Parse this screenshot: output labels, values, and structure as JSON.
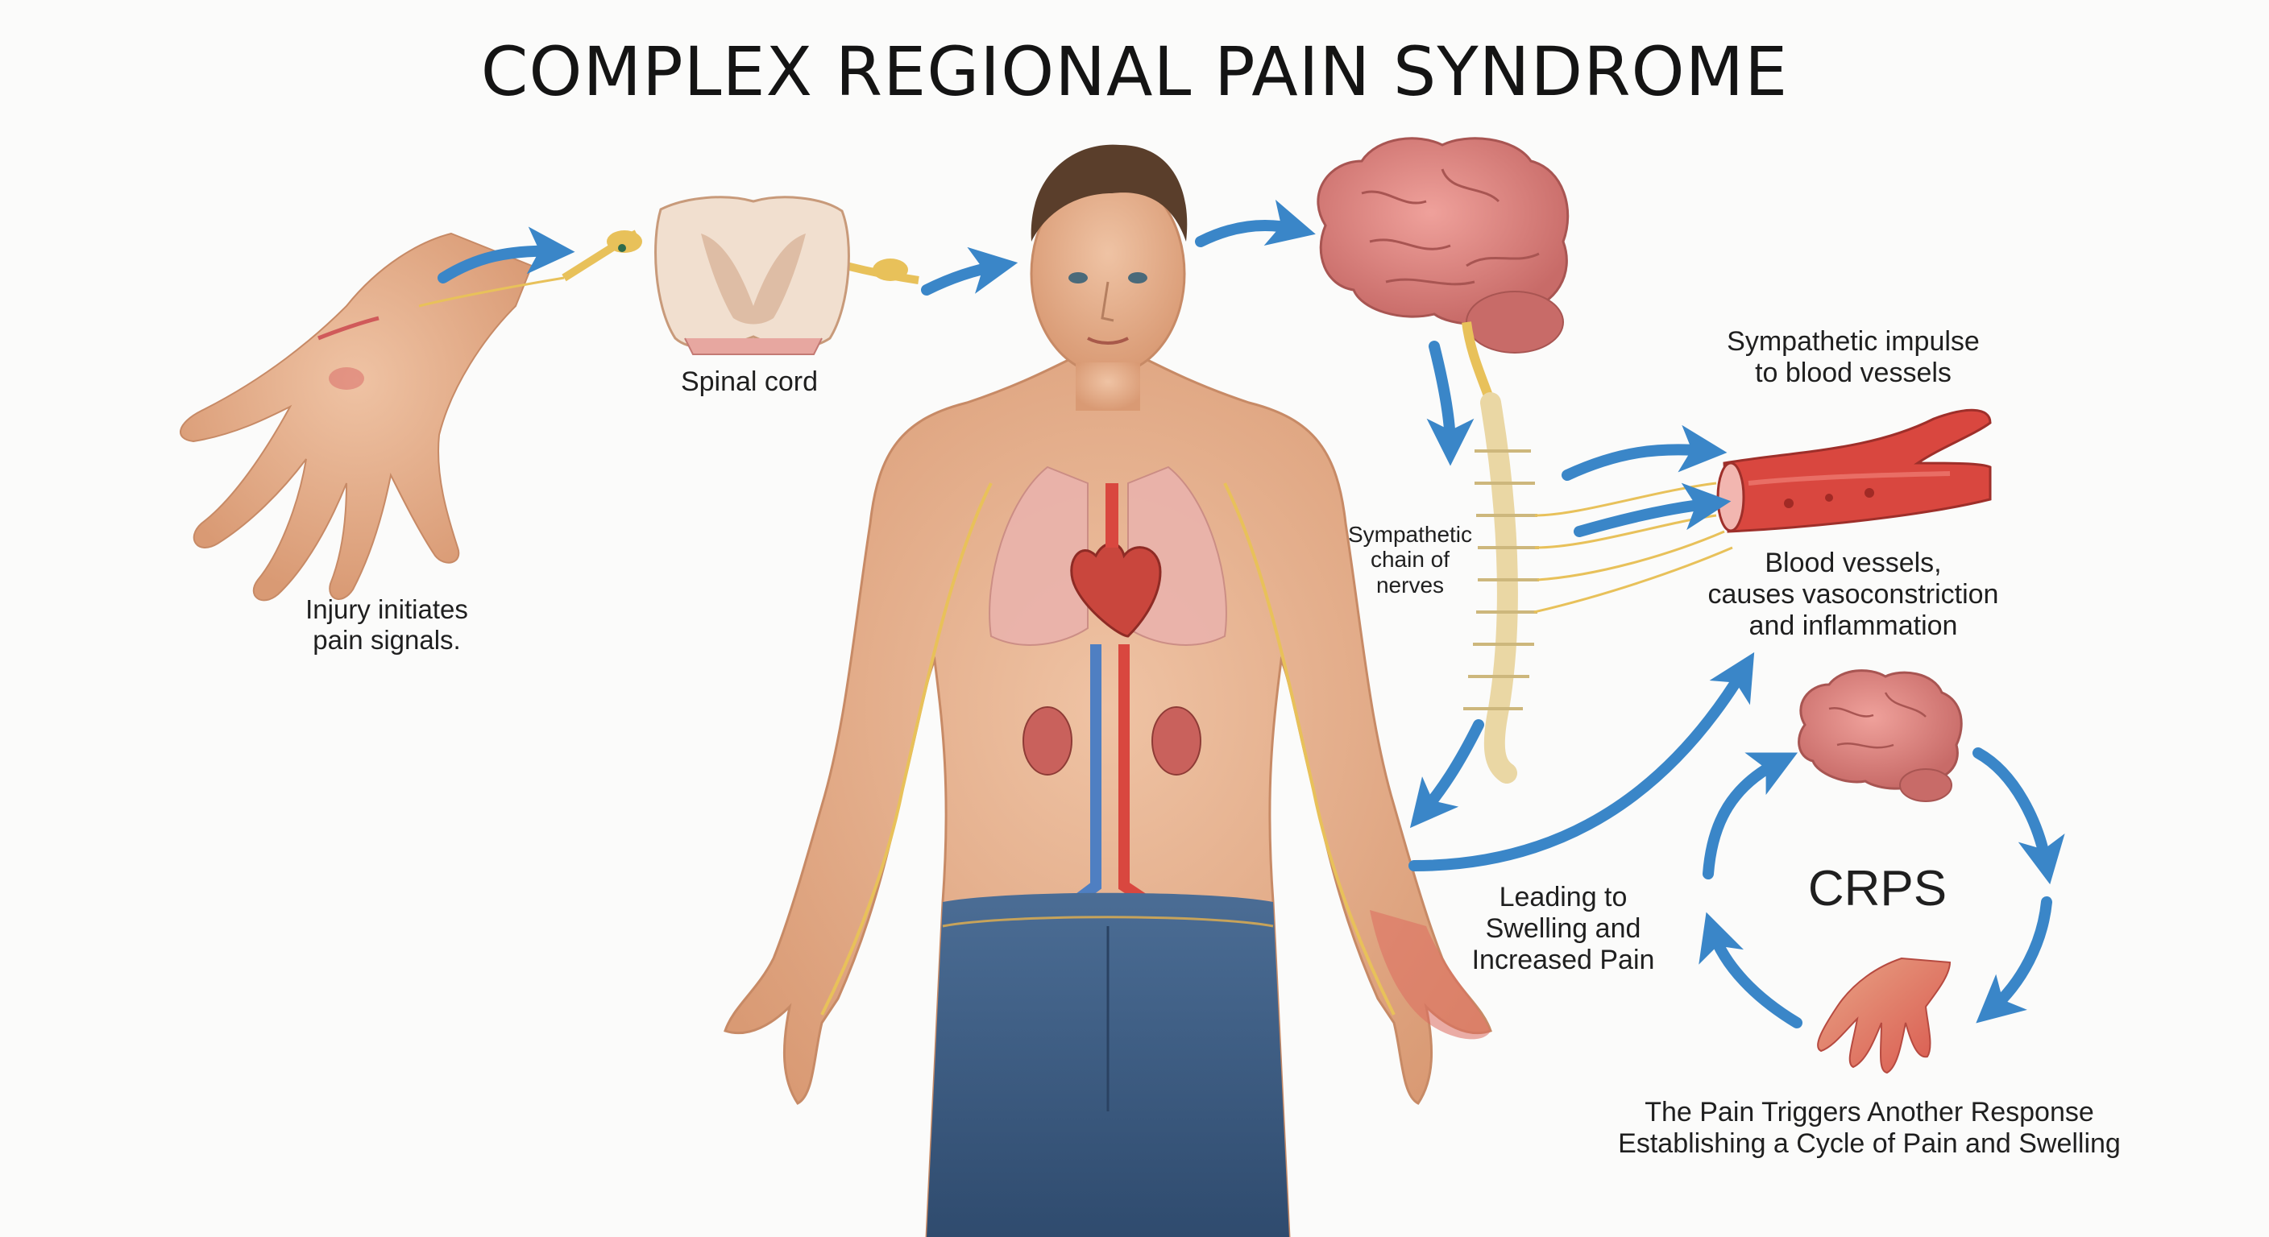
{
  "title": "COMPLEX REGIONAL PAIN SYNDROME",
  "labels": {
    "injury": [
      "Injury initiates",
      "pain signals."
    ],
    "spinal_cord": "Spinal cord",
    "sympathetic_chain": [
      "Sympathetic",
      "chain of",
      "nerves"
    ],
    "impulse": [
      "Sympathetic impulse",
      "to blood vessels"
    ],
    "blood_vessels": [
      "Blood vessels,",
      "causes vasoconstriction",
      "and inflammation"
    ],
    "leading": [
      "Leading to",
      "Swelling and",
      "Increased Pain"
    ],
    "crps": "CRPS",
    "cycle": [
      "The Pain Triggers Another Response",
      "Establishing a Cycle of Pain and Swelling"
    ]
  },
  "colors": {
    "arrow": "#3a86c8",
    "skin": "#e8b08e",
    "nerve": "#e8c15a",
    "brain": "#e08a86",
    "artery": "#d9473f",
    "vein": "#4f7fc2",
    "jeans": "#3f5f86"
  },
  "icons": [
    "hand-icon",
    "spinal-cord-icon",
    "brain-icon",
    "spine-icon",
    "blood-vessel-icon",
    "human-body-icon",
    "crps-brain-icon",
    "inflamed-hand-icon"
  ]
}
